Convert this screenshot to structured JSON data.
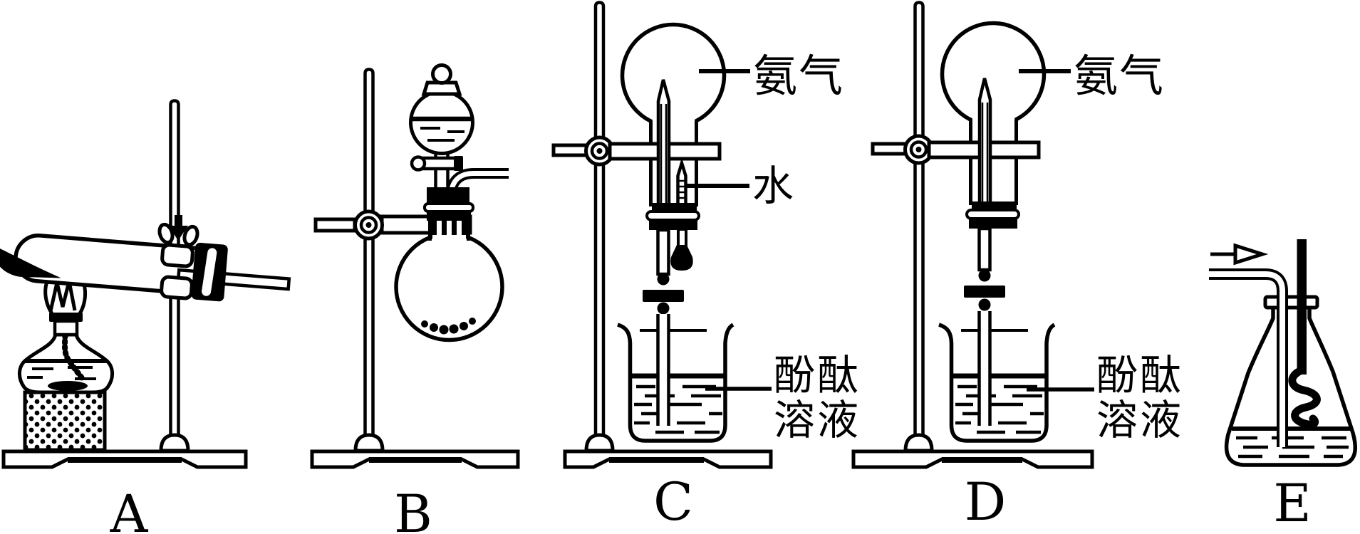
{
  "diagram": {
    "background": "#ffffff",
    "ink": "#000000",
    "setup_labels": {
      "a": "A",
      "b": "B",
      "c": "C",
      "d": "D",
      "e": "E"
    },
    "annotations": {
      "ammonia": "氨气",
      "water": "水",
      "phenolphthalein_line1": "酚酞",
      "phenolphthalein_line2": "溶液"
    }
  }
}
